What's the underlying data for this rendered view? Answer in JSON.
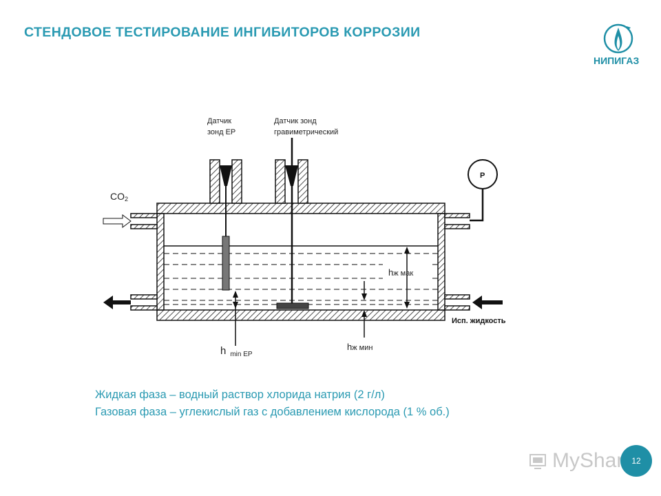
{
  "title": "СТЕНДОВОЕ ТЕСТИРОВАНИЕ ИНГИБИТОРОВ КОРРОЗИИ",
  "logo": {
    "text": "НИПИГАЗ",
    "icon": "flame-logo-icon"
  },
  "diagram": {
    "sensor_ep": [
      "Датчик",
      "зонд ЕР"
    ],
    "sensor_grav": [
      "Датчик зонд",
      "гравиметрический"
    ],
    "pressure": "P",
    "co2_main": "CO",
    "co2_sub": "2",
    "h_max_main": "h",
    "h_max_sub": "ж мак",
    "h_min_main": "h",
    "h_min_sub": "ж мин",
    "h_ep_main": "h",
    "h_ep_sub": "min EP",
    "test_liquid": "Исп. жидкость"
  },
  "caption": {
    "line1": "Жидкая фаза – водный раствор хлорида натрия (2 г/л)",
    "line2": "Газовая фаза – углекислый газ с добавлением кислорода (1 % об.)"
  },
  "page_number": "12",
  "watermark": "MyShared",
  "colors": {
    "accent": "#2a9ab2",
    "badge": "#1f8fa6"
  }
}
